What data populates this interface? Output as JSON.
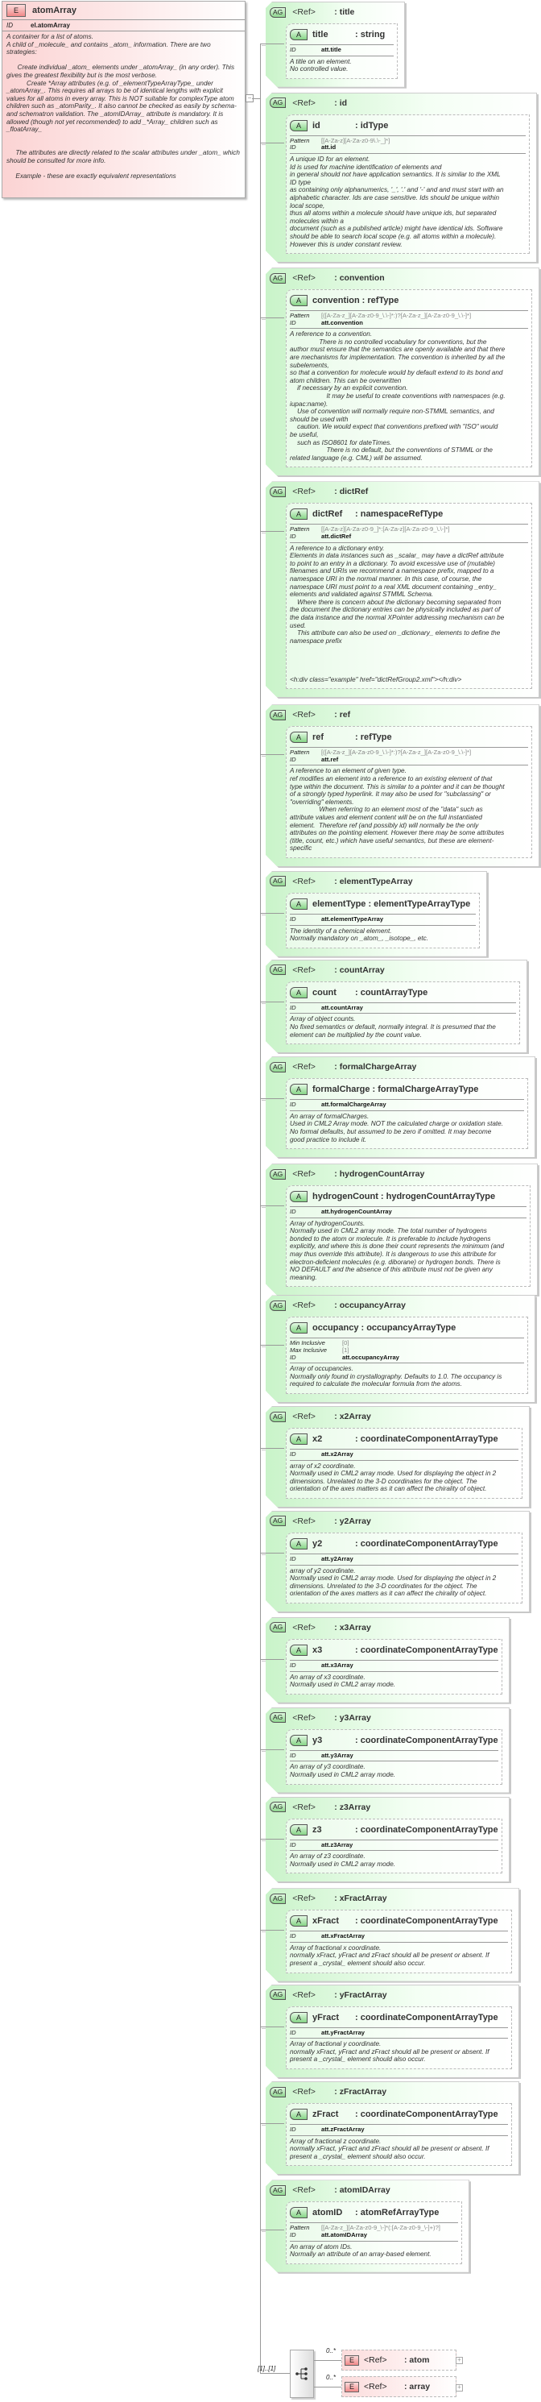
{
  "element": {
    "badge": "E",
    "name": "atomArray",
    "id_label": "ID",
    "id_value": "el.atomArray",
    "description": "A container for a list of atoms.\nA child of _molecule_ and contains _atom_ information. There are two strategies:\n\n      Create individual _atom_ elements under _atomArray_ (in any order). This gives the greatest flexibility but is the most verbose.\n           Create *Array attributes (e.g. of _elementTypeArrayType_ under _atomArray_. This requires all arrays to be of identical lengths with explicit values for all atoms in every array. This is NOT suitable for complexType atom children such as _atomParity_. It also cannot be checked as easily by schema- and schematron validation. The _atomIDArray_ attribute is mandatory. It is allowed (though not yet recommended) to add _*Array_ children such as _floatArray_\n\n\n     The attributes are directly related to the scalar attributes under _atom_ which should be consulted for more info.\n\n     Example - these are exactly equivalent representations"
  },
  "attribute_groups": [
    {
      "badge": "AG",
      "ref": "<Ref>",
      "name": ": title",
      "attr_badge": "A",
      "attr": "title",
      "type": ": string",
      "props": [
        {
          "label": "ID",
          "value": "att.title",
          "kind": "id"
        }
      ],
      "description": "A title on an element.\nNo controlled value."
    },
    {
      "badge": "AG",
      "ref": "<Ref>",
      "name": ": id",
      "attr_badge": "A",
      "attr": "id",
      "type": ": idType",
      "props": [
        {
          "label": "Pattern",
          "value": "[[A-Za-z][A-Za-z0-9\\.\\-_]*]",
          "kind": "facet"
        },
        {
          "label": "ID",
          "value": "att.id",
          "kind": "id"
        }
      ],
      "description": "A unique ID for an element.\nId is used for machine identification of elements and\nin general should not have application semantics. It is similar to the XML\nID type\nas containing only alphanumerics, '_', '.' and '-' and and must start with an\nalphabetic character. Ids are case sensitive. Ids should be unique within\nlocal scope,\nthus all atoms within a molecule should have unique ids, but separated\nmolecules within a\ndocument (such as a published article) might have identical ids. Software\nshould be able to search local scope (e.g. all atoms within a molecule).\nHowever this is under constant review."
    },
    {
      "badge": "AG",
      "ref": "<Ref>",
      "name": ": convention",
      "attr_badge": "A",
      "attr": "convention",
      "type": ": refType",
      "props": [
        {
          "label": "Pattern",
          "value": "[([A-Za-z_][A-Za-z0-9_\\.\\-]*:)?[A-Za-z_][A-Za-z0-9_\\.\\-]*]",
          "kind": "facet"
        },
        {
          "label": "ID",
          "value": "att.convention",
          "kind": "id"
        }
      ],
      "description": "A reference to a convention.\n                There is no controlled vocabulary for conventions, but the\nauthor must ensure that the semantics are openly available and that there\nare mechanisms for implementation. The convention is inherited by all the\nsubelements,\nso that a convention for molecule would by default extend to its bond and\natom children. This can be overwritten\n    if necessary by an explicit convention.\n                    It may be useful to create conventions with namespaces (e.g.\niupac:name).\n    Use of convention will normally require non-STMML semantics, and\nshould be used with\n    caution. We would expect that conventions prefixed with \"ISO\" would\nbe useful,\n    such as ISO8601 for dateTimes.\n                    There is no default, but the conventions of STMML or the\nrelated language (e.g. CML) will be assumed."
    },
    {
      "badge": "AG",
      "ref": "<Ref>",
      "name": ": dictRef",
      "attr_badge": "A",
      "attr": "dictRef",
      "type": ": namespaceRefType",
      "props": [
        {
          "label": "Pattern",
          "value": "[[A-Za-z][A-Za-z0-9_]*:[A-Za-z][A-Za-z0-9_\\.\\-]*]",
          "kind": "facet"
        },
        {
          "label": "ID",
          "value": "att.dictRef",
          "kind": "id"
        }
      ],
      "description": "A reference to a dictionary entry.\nElements in data instances such as _scalar_ may have a dictRef attribute\nto point to an entry in a dictionary. To avoid excessive use of (mutable)\nfilenames and URIs we recommend a namespace prefix, mapped to a\nnamespace URI in the normal manner. In this case, of course, the\nnamespace URI must point to a real XML document containing _entry_\nelements and validated against STMML Schema.\n    Where there is concern about the dictionary becoming separated from\nthe document the dictionary entries can be physically included as part of\nthe data instance and the normal XPointer addressing mechanism can be\nused.\n    This attribute can also be used on _dictionary_ elements to define the\nnamespace prefix\n\n\n\n\n<h:div class=\"example\" href=\"dictRefGroup2.xml\"></h:div>"
    },
    {
      "badge": "AG",
      "ref": "<Ref>",
      "name": ": ref",
      "attr_badge": "A",
      "attr": "ref",
      "type": ": refType",
      "props": [
        {
          "label": "Pattern",
          "value": "[([A-Za-z_][A-Za-z0-9_\\.\\-]*:)?[A-Za-z_][A-Za-z0-9_\\.\\-]*]",
          "kind": "facet"
        },
        {
          "label": "ID",
          "value": "att.ref",
          "kind": "id"
        }
      ],
      "description": "A reference to an element of given type.\nref modifies an element into a reference to an existing element of that\ntype within the document. This is similar to a pointer and it can be thought\nof a strongly typed hyperlink. It may also be used for \"subclassing\" or\n\"overriding\" elements.\n                When referring to an element most of the \"data\" such as\nattribute values and element content will be on the full instantiated\nelement.  Therefore ref (and possibly id) will normally be the only\nattributes on the pointing element. However there may be some attributes\n(title, count, etc.) which have useful semantics, but these are element-\nspecific"
    },
    {
      "badge": "AG",
      "ref": "<Ref>",
      "name": ": elementTypeArray",
      "attr_badge": "A",
      "attr": "elementType",
      "type": ": elementTypeArrayType",
      "props": [
        {
          "label": "ID",
          "value": "att.elementTypeArray",
          "kind": "id"
        }
      ],
      "description": "The identity of a chemical element.\nNormally mandatory on _atom_, _isotope_, etc."
    },
    {
      "badge": "AG",
      "ref": "<Ref>",
      "name": ": countArray",
      "attr_badge": "A",
      "attr": "count",
      "type": ": countArrayType",
      "props": [
        {
          "label": "ID",
          "value": "att.countArray",
          "kind": "id"
        }
      ],
      "description": "Array of object counts.\nNo fixed semantics or default, normally integral. It is presumed that the\nelement can be multiplied by the count value."
    },
    {
      "badge": "AG",
      "ref": "<Ref>",
      "name": ": formalChargeArray",
      "attr_badge": "A",
      "attr": "formalCharge",
      "type": ": formalChargeArrayType",
      "props": [
        {
          "label": "ID",
          "value": "att.formalChargeArray",
          "kind": "id"
        }
      ],
      "description": "An array of formalCharges.\nUsed in CML2 Array mode. NOT the calculated charge or oxidation state.\nNo formal defaults, but assumed to be zero if omitted. It may become\ngood practice to include it."
    },
    {
      "badge": "AG",
      "ref": "<Ref>",
      "name": ": hydrogenCountArray",
      "attr_badge": "A",
      "attr": "hydrogenCount",
      "type": ": hydrogenCountArrayType",
      "props": [
        {
          "label": "ID",
          "value": "att.hydrogenCountArray",
          "kind": "id"
        }
      ],
      "description": "Array of hydrogenCounts.\nNormally used in CML2 array mode. The total number of hydrogens\nbonded to the atom or molecule. It is preferable to include hydrogens\nexplicitly, and where this is done their count represents the minimum (and\nmay thus override this attribute). It is dangerous to use this attribute for\nelectron-deficient molecules (e.g. diborane) or hydrogen bonds. There is\nNO DEFAULT and the absence of this attribute must not be given any\nmeaning."
    },
    {
      "badge": "AG",
      "ref": "<Ref>",
      "name": ": occupancyArray",
      "attr_badge": "A",
      "attr": "occupancy",
      "type": ": occupancyArrayType",
      "props": [
        {
          "label": "Min Inclusive",
          "value": "[0]",
          "kind": "facet"
        },
        {
          "label": "Max Inclusive",
          "value": "[1]",
          "kind": "facet"
        },
        {
          "label": "ID",
          "value": "att.occupancyArray",
          "kind": "id"
        }
      ],
      "description": "Array of occupancies.\nNormally only found in crystallography. Defaults to 1.0. The occupancy is\nrequired to calculate the molecular formula from the atoms."
    },
    {
      "badge": "AG",
      "ref": "<Ref>",
      "name": ": x2Array",
      "attr_badge": "A",
      "attr": "x2",
      "type": ": coordinateComponentArrayType",
      "props": [
        {
          "label": "ID",
          "value": "att.x2Array",
          "kind": "id"
        }
      ],
      "description": "array of x2 coordinate.\nNormally used in CML2 array mode. Used for displaying the object in 2\ndimensions. Unrelated to the 3-D coordinates for the object. The\norientation of the axes matters as it can affect the chirality of object."
    },
    {
      "badge": "AG",
      "ref": "<Ref>",
      "name": ": y2Array",
      "attr_badge": "A",
      "attr": "y2",
      "type": ": coordinateComponentArrayType",
      "props": [
        {
          "label": "ID",
          "value": "att.y2Array",
          "kind": "id"
        }
      ],
      "description": "array of y2 coordinate.\nNormally used in CML2 array mode. Used for displaying the object in 2\ndimensions. Unrelated to the 3-D coordinates for the object. The\norientation of the axes matters as it can affect the chirality of object."
    },
    {
      "badge": "AG",
      "ref": "<Ref>",
      "name": ": x3Array",
      "attr_badge": "A",
      "attr": "x3",
      "type": ": coordinateComponentArrayType",
      "props": [
        {
          "label": "ID",
          "value": "att.x3Array",
          "kind": "id"
        }
      ],
      "description": "An array of x3 coordinate.\nNormally used in CML2 array mode."
    },
    {
      "badge": "AG",
      "ref": "<Ref>",
      "name": ": y3Array",
      "attr_badge": "A",
      "attr": "y3",
      "type": ": coordinateComponentArrayType",
      "props": [
        {
          "label": "ID",
          "value": "att.y3Array",
          "kind": "id"
        }
      ],
      "description": "An array of y3 coordinate.\nNormally used in CML2 array mode."
    },
    {
      "badge": "AG",
      "ref": "<Ref>",
      "name": ": z3Array",
      "attr_badge": "A",
      "attr": "z3",
      "type": ": coordinateComponentArrayType",
      "props": [
        {
          "label": "ID",
          "value": "att.z3Array",
          "kind": "id"
        }
      ],
      "description": "An array of z3 coordinate.\nNormally used in CML2 array mode."
    },
    {
      "badge": "AG",
      "ref": "<Ref>",
      "name": ": xFractArray",
      "attr_badge": "A",
      "attr": "xFract",
      "type": ": coordinateComponentArrayType",
      "props": [
        {
          "label": "ID",
          "value": "att.xFractArray",
          "kind": "id"
        }
      ],
      "description": "Array of fractional x coordinate.\nnormally xFract, yFract and zFract should all be present or absent. If\npresent a _crystal_ element should also occur."
    },
    {
      "badge": "AG",
      "ref": "<Ref>",
      "name": ": yFractArray",
      "attr_badge": "A",
      "attr": "yFract",
      "type": ": coordinateComponentArrayType",
      "props": [
        {
          "label": "ID",
          "value": "att.yFractArray",
          "kind": "id"
        }
      ],
      "description": "Array of fractional y coordinate.\nnormally xFract, yFract and zFract should all be present or absent. If\npresent a _crystal_ element should also occur."
    },
    {
      "badge": "AG",
      "ref": "<Ref>",
      "name": ": zFractArray",
      "attr_badge": "A",
      "attr": "zFract",
      "type": ": coordinateComponentArrayType",
      "props": [
        {
          "label": "ID",
          "value": "att.zFractArray",
          "kind": "id"
        }
      ],
      "description": "Array of fractional z coordinate.\nnormally xFract, yFract and zFract should all be present or absent. If\npresent a _crystal_ element should also occur."
    },
    {
      "badge": "AG",
      "ref": "<Ref>",
      "name": ": atomIDArray",
      "attr_badge": "A",
      "attr": "atomID",
      "type": ": atomRefArrayType",
      "props": [
        {
          "label": "Pattern",
          "value": "[[A-Za-z_][A-Za-z0-9_\\-]*(:[A-Za-z0-9_\\-]+)?]",
          "kind": "facet"
        },
        {
          "label": "ID",
          "value": "att.atomIDArray",
          "kind": "id"
        }
      ],
      "description": "An array of atom IDs.\nNormally an attribute of an array-based element."
    }
  ],
  "content_model": {
    "multiplicity": "[1]..[1]",
    "compositor_icon": "choice-compositor-icon",
    "children": [
      {
        "occurs": "0..*",
        "badge": "E",
        "ref": "<Ref>",
        "name": ": atom"
      },
      {
        "occurs": "0..*",
        "badge": "E",
        "ref": "<Ref>",
        "name": ": array"
      }
    ]
  },
  "colors": {
    "element_fill": "#fbd3d3",
    "attribute_group_fill": "#c9f3c9",
    "line": "#999999"
  }
}
